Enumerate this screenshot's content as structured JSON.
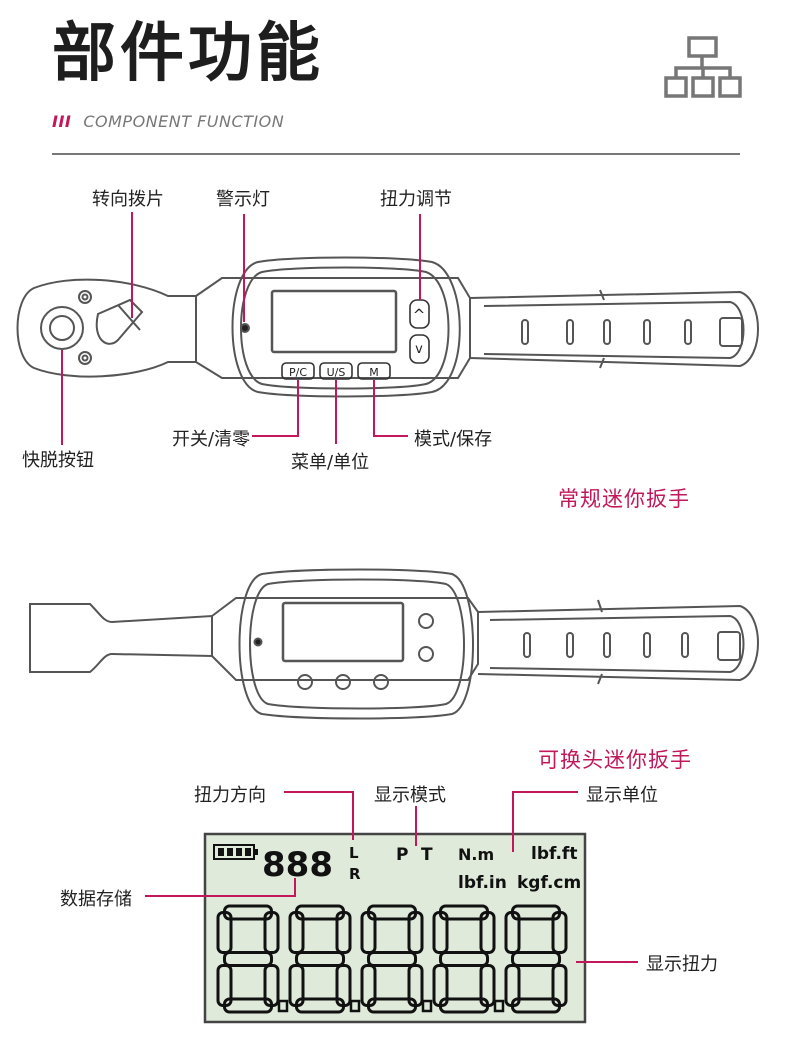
{
  "header": {
    "title": "部件功能",
    "subtitle_marks": "III",
    "subtitle": "COMPONENT FUNCTION"
  },
  "colors": {
    "accent": "#c2185b",
    "outline": "#555555",
    "lcd_bg": "#dfeadb"
  },
  "icons": [
    "hierarchy-icon"
  ],
  "wrench1": {
    "labels": {
      "reverse_lever": "转向拨片",
      "warning_light": "警示灯",
      "torque_adjust": "扭力调节",
      "quick_release": "快脱按钮",
      "power_zero": "开关/清零",
      "menu_unit": "菜单/单位",
      "mode_save": "模式/保存"
    },
    "buttons": {
      "pc": "P/C",
      "us": "U/S",
      "m": "M",
      "up": "^",
      "down": "v"
    },
    "caption": "常规迷你扳手"
  },
  "wrench2": {
    "caption": "可换头迷你扳手"
  },
  "lcd": {
    "labels": {
      "direction": "扭力方向",
      "display_mode": "显示模式",
      "display_unit": "显示单位",
      "data_storage": "数据存储",
      "display_torque": "显示扭力"
    },
    "seg_small": "888",
    "dir_l": "L",
    "dir_r": "R",
    "mode_p": "P",
    "mode_t": "T",
    "unit_nm": "N.m",
    "unit_lbfft": "lbf.ft",
    "unit_lbfin": "lbf.in",
    "unit_kgfcm": "kgf.cm"
  }
}
